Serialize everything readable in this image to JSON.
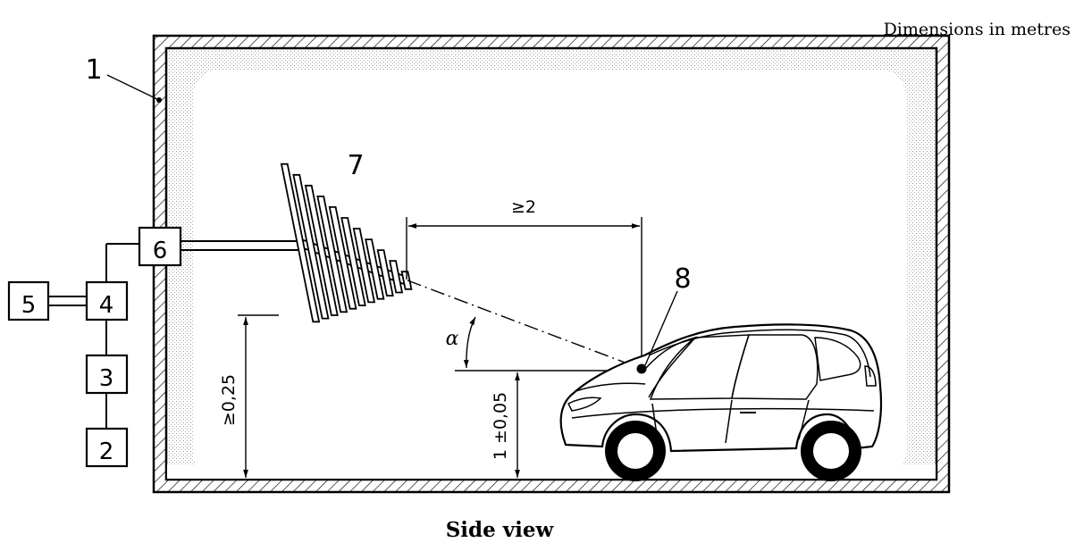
{
  "header": {
    "units_note": "Dimensions in metres"
  },
  "caption": "Side view",
  "callouts": {
    "chamber": "1",
    "n2": "2",
    "n3": "3",
    "n4": "4",
    "n5": "5",
    "n6": "6",
    "antenna": "7",
    "reference_point": "8"
  },
  "dimensions": {
    "horizontal_distance": "≥2",
    "antenna_height": "≥0,25",
    "reference_height": "1 ±0,05",
    "angle": "α"
  }
}
